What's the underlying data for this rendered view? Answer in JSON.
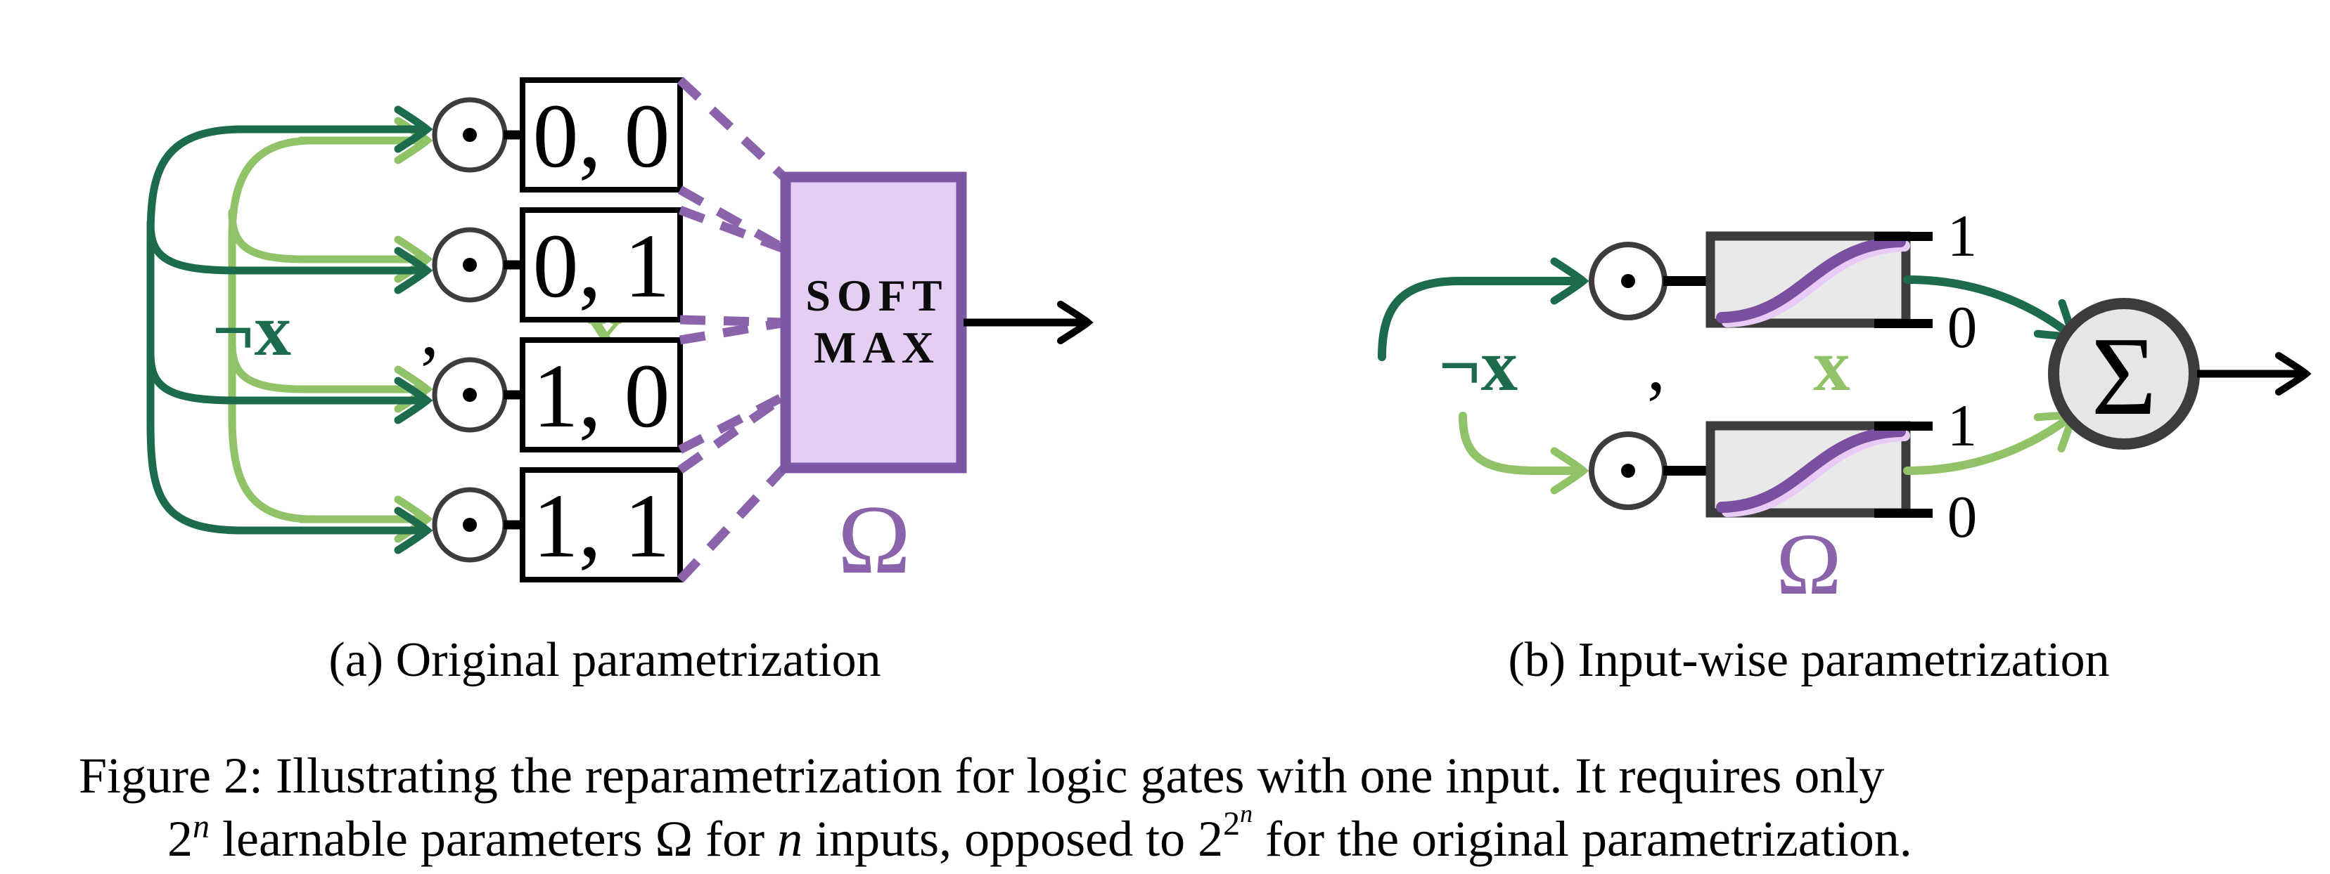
{
  "figure": {
    "panel_a": {
      "caption": "(a) Original parametrization",
      "input_label": {
        "neg": "¬x",
        "comma": ", ",
        "pos": "x"
      },
      "gates": [
        "0, 0",
        "0, 1",
        "1, 0",
        "1, 1"
      ],
      "softmax_line1": "SOFT",
      "softmax_line2": "MAX",
      "omega": "Ω"
    },
    "panel_b": {
      "caption": "(b) Input-wise parametrization",
      "input_label": {
        "neg": "¬x",
        "comma": ", ",
        "pos": "x"
      },
      "tick_one": "1",
      "tick_zero": "0",
      "sum": "Σ",
      "omega": "Ω"
    },
    "caption": {
      "line1": "Figure 2: Illustrating the reparametrization for logic gates with one input. It requires only",
      "line2": {
        "p1": "2",
        "p2": "n",
        "p3": " learnable parameters Ω for ",
        "p4": "n",
        "p5": " inputs, opposed to 2",
        "p6": "2",
        "p7": "n",
        "p8": " for the original parametrization."
      }
    },
    "colors": {
      "dark_green": "#1d6b4d",
      "light_green": "#90c268",
      "purple_accent": "#8a63ab",
      "softmax_border": "#7c58a4",
      "softmax_fill": "#e4cef3",
      "sigmoid_purple": "#7b4fa0",
      "sigmoid_shadow": "#e8ccf6",
      "node_gray": "#3c3c3c",
      "node_fill": "#e9e9e9",
      "black": "#000000"
    }
  }
}
